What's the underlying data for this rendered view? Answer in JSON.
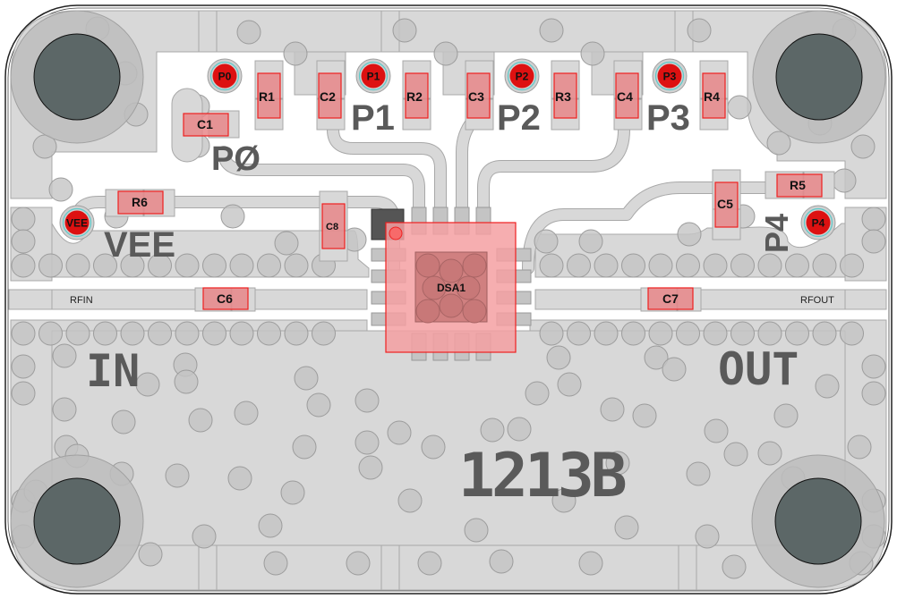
{
  "board": {
    "name": "1213B",
    "colors": {
      "background": "#ffffff",
      "copper": "#d8d8d8",
      "copper_stroke": "#a8a8a8",
      "via": "#c4c4c4",
      "via_stroke": "#9c9c9c",
      "mount_ring": "#bdbdbd",
      "mount_hole": "#5c6767",
      "component": "#e8878a",
      "component_stroke": "#ee2020",
      "testpoint": "#dd1111",
      "testpoint_ring": "#5fcaca",
      "silkscreen": "#5a5a5a",
      "chip_body": "#f4a0a2",
      "pin1_marker": "#555555"
    }
  },
  "silkscreen": {
    "p0": "PØ",
    "p1": "P1",
    "p2": "P2",
    "p3": "P3",
    "p4": "P4",
    "vee": "VEE",
    "in": "IN",
    "out": "OUT",
    "part_number": "1213B"
  },
  "nets": {
    "rfin": "RFIN",
    "rfout": "RFOUT"
  },
  "testpoints": [
    {
      "id": "P0",
      "label": "P0"
    },
    {
      "id": "P1",
      "label": "P1"
    },
    {
      "id": "P2",
      "label": "P2"
    },
    {
      "id": "P3",
      "label": "P3"
    },
    {
      "id": "P4",
      "label": "P4"
    },
    {
      "id": "VEE",
      "label": "VEE"
    }
  ],
  "components": {
    "resistors": [
      "R1",
      "R2",
      "R3",
      "R4",
      "R5",
      "R6"
    ],
    "capacitors": [
      "C1",
      "C2",
      "C3",
      "C4",
      "C5",
      "C6",
      "C7",
      "C8"
    ],
    "ic": "DSA1"
  }
}
